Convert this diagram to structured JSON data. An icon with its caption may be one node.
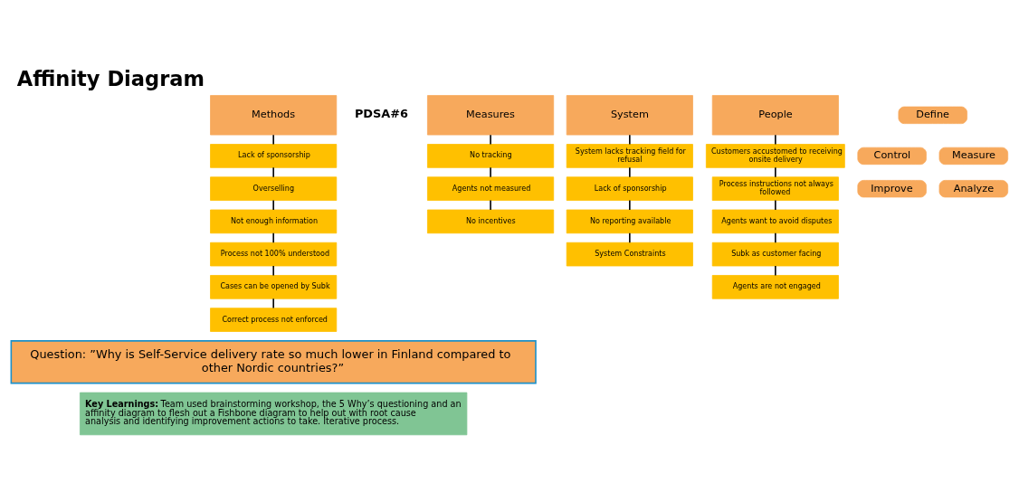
{
  "diagram": {
    "title": "Affinity Diagram",
    "nodes": [
      {
        "text": [
          "Methods"
        ]
      },
      {
        "text": [
          "Lack of sponsorship"
        ]
      },
      {
        "text": [
          "Overselling"
        ]
      },
      {
        "text": [
          "Not enough information"
        ]
      },
      {
        "text": [
          "Process not 100% understood"
        ]
      },
      {
        "text": [
          "Cases can be opened by Subk"
        ]
      },
      {
        "text": [
          "Correct process not enforced"
        ]
      },
      {
        "text": [
          "Measures"
        ]
      },
      {
        "text": [
          "No tracking"
        ]
      },
      {
        "text": [
          "Agents not measured"
        ]
      },
      {
        "text": [
          "No incentives"
        ]
      },
      {
        "text": [
          "System"
        ]
      },
      {
        "text": [
          "System lacks tracking field for refusal"
        ]
      },
      {
        "text": [
          "Lack of sponsorship"
        ]
      },
      {
        "text": [
          "No reporting available"
        ]
      },
      {
        "text": [
          "System Constraints"
        ]
      },
      {
        "text": [
          "People"
        ]
      },
      {
        "text": [
          "Customers accustomed to receiving onsite delivery"
        ]
      },
      {
        "text": [
          "Process instructions not always followed"
        ]
      },
      {
        "text": [
          "Agents want to avoid disputes"
        ]
      },
      {
        "text": [
          "Subk as customer facing"
        ]
      },
      {
        "text": [
          "Agents are not engaged"
        ]
      },
      {
        "text": [
          "Define"
        ]
      },
      {
        "text": [
          "Control"
        ]
      },
      {
        "text": [
          "Measure"
        ]
      },
      {
        "text": [
          "Improve"
        ]
      },
      {
        "text": [
          "Analyze"
        ]
      },
      {
        "text": [
          "Question: ”Why is Self-Service delivery rate so much lower in Finland compared to other Nordic countries?”"
        ]
      },
      {
        "text": [
          "Key Learnings:",
          "Team used brainstorming workshop, the 5 Why’s questioning and an affinity diagram to flesh out a Fishbone diagram to help out with root cause analysis and identifying improvement actions to take. Iterative process."
        ]
      }
    ],
    "edges": [
      {
        "from": 0,
        "to": 1,
        "arrow": "none"
      },
      {
        "from": 1,
        "to": 2,
        "arrow": "none"
      },
      {
        "from": 2,
        "to": 3,
        "arrow": "none"
      },
      {
        "from": 3,
        "to": 4,
        "arrow": "none"
      },
      {
        "from": 4,
        "to": 5,
        "arrow": "none"
      },
      {
        "from": 5,
        "to": 6,
        "arrow": "none"
      },
      {
        "from": 7,
        "to": 8,
        "arrow": "none"
      },
      {
        "from": 8,
        "to": 9,
        "arrow": "none"
      },
      {
        "from": 9,
        "to": 10,
        "arrow": "none"
      },
      {
        "from": 11,
        "to": 12,
        "arrow": "none"
      },
      {
        "from": 12,
        "to": 13,
        "arrow": "none"
      },
      {
        "from": 13,
        "to": 14,
        "arrow": "none"
      },
      {
        "from": 14,
        "to": 15,
        "arrow": "none"
      },
      {
        "from": 16,
        "to": 17,
        "arrow": "none"
      },
      {
        "from": 17,
        "to": 18,
        "arrow": "none"
      },
      {
        "from": 18,
        "to": 19,
        "arrow": "none"
      },
      {
        "from": 19,
        "to": 20,
        "arrow": "none"
      },
      {
        "from": 20,
        "to": 21,
        "arrow": "none"
      }
    ],
    "labels": [
      "PDSA#6"
    ]
  }
}
